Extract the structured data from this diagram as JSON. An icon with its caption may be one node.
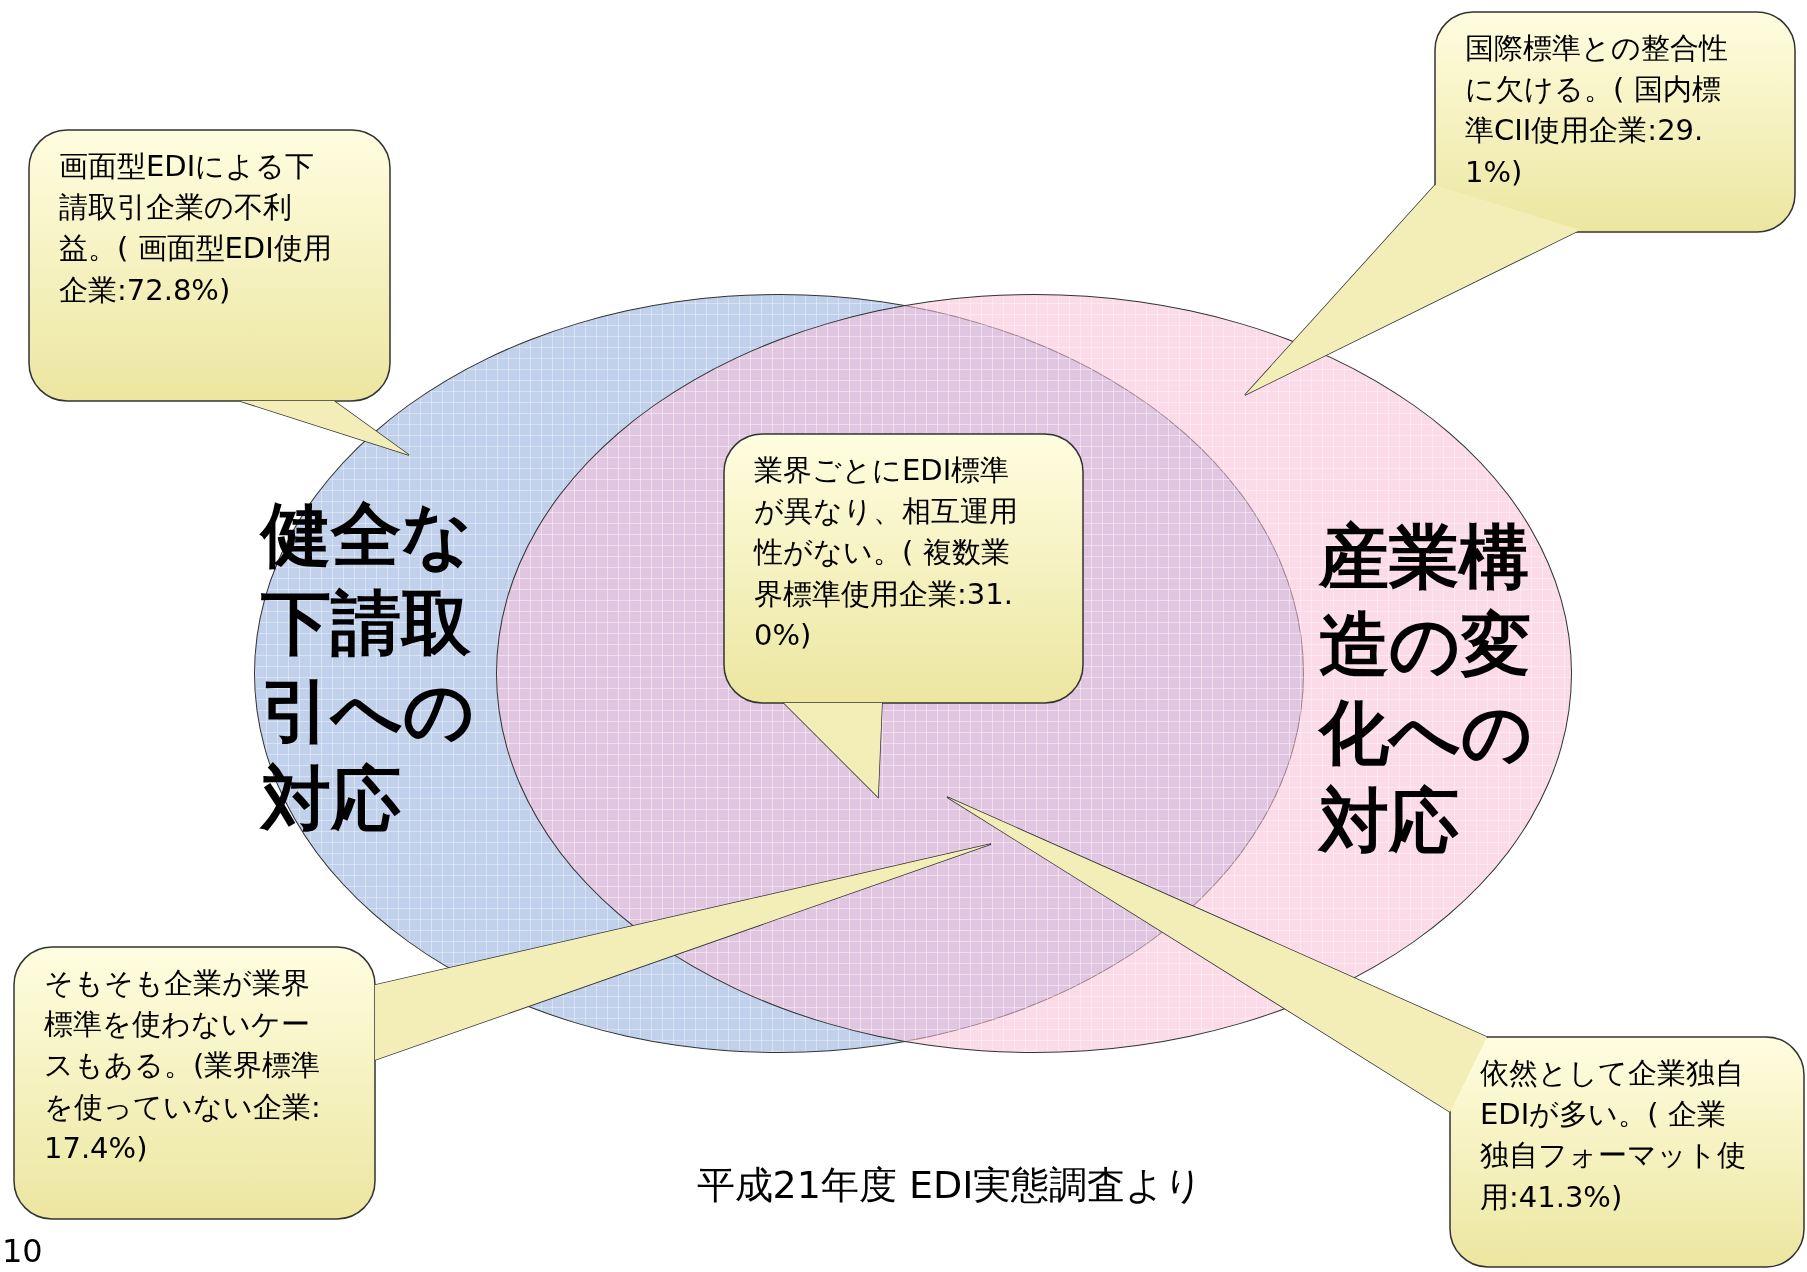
{
  "diagram": {
    "caption": "平成21年度 EDI実態調査より",
    "nodes": [
      {
        "text": [
          "画面型EDIによる下請取引企業の不利益。( 画面型EDI使用企業:72.8%)"
        ]
      },
      {
        "text": [
          "国際標準との整合性に欠ける。( 国内標準CII使用企業:29.1%)"
        ]
      },
      {
        "text": [
          "健全な下請取引への対応"
        ]
      },
      {
        "text": [
          "産業構造の変化への対応"
        ]
      },
      {
        "text": [
          "業界ごとにEDI標準が異なり、相互運用性がない。( 複数業界標準使用企業:31.0%)"
        ]
      },
      {
        "text": [
          "そもそも企業が業界標準を使わないケースもある。(業界標準を使っていない企業:17.4%)"
        ]
      },
      {
        "text": [
          "依然として企業独自EDIが多い。( 企業独自フォーマット使用:41.3%)"
        ]
      }
    ],
    "labels": [
      "10"
    ]
  }
}
